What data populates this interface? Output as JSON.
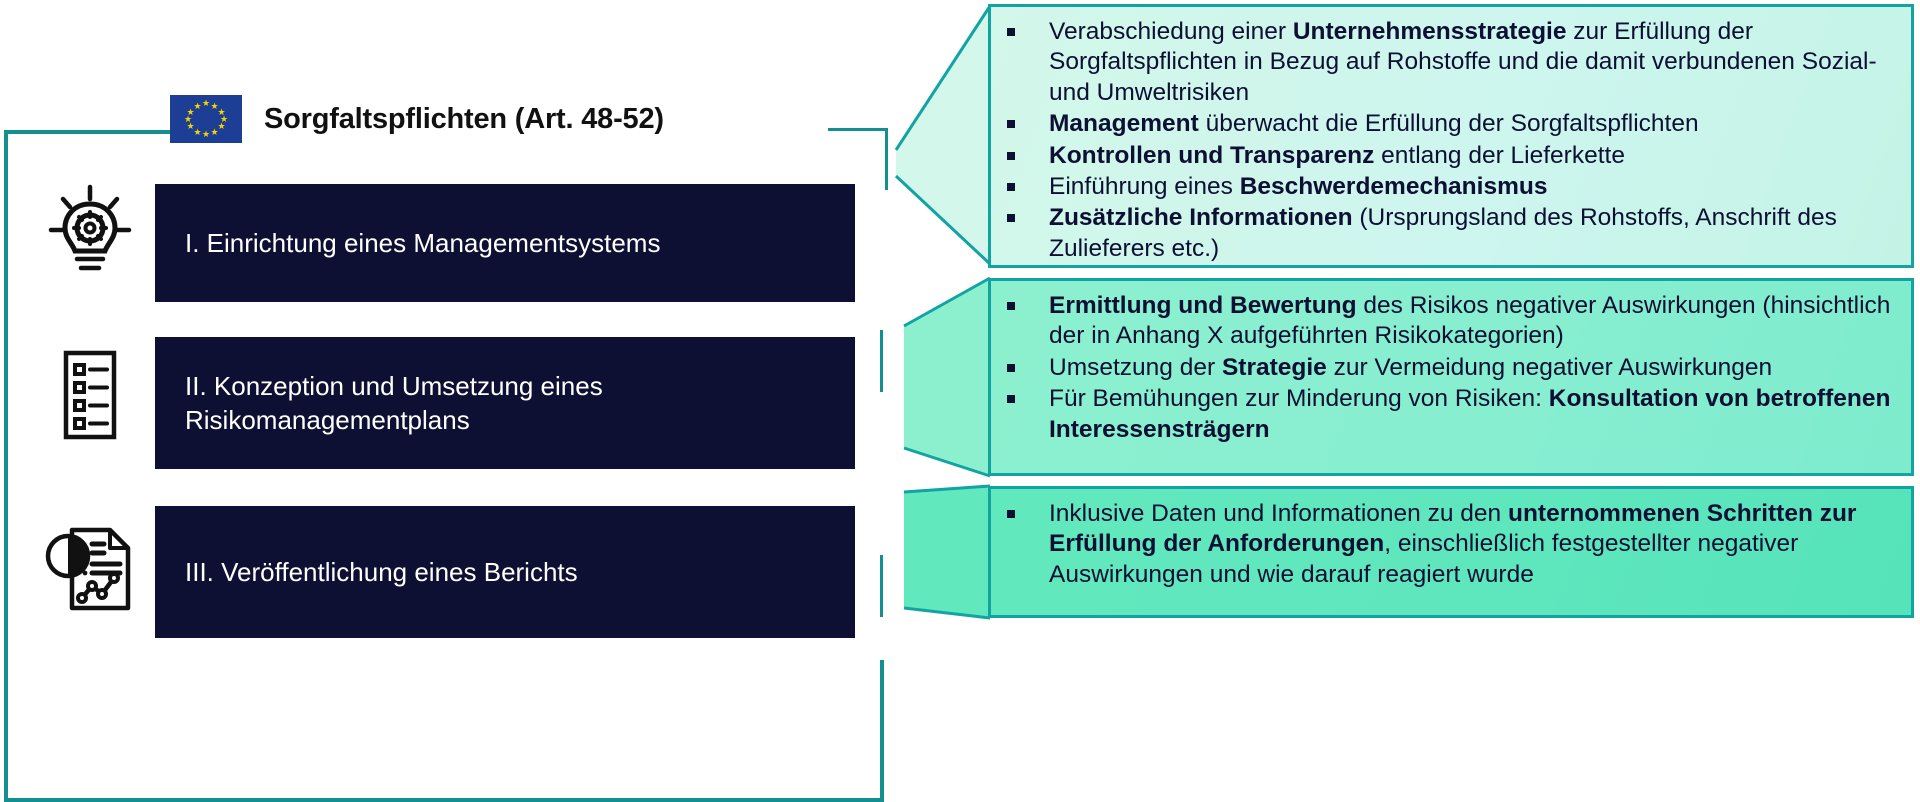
{
  "title": {
    "flag_label": "eu-flag",
    "heading": "Sorgfaltspflichten (Art. 48-52)"
  },
  "colors": {
    "dark_box": "#0d1033",
    "teal_line": "#12a3a3",
    "callout_1_bg": "#d0f6ea",
    "callout_2_bg": "#87eed0",
    "callout_3_bg": "#5de6bb",
    "flag_blue": "#1c3e94",
    "flag_star": "#f5d300",
    "text_dark": "#0d1033",
    "text_light": "#ffffff"
  },
  "steps": [
    {
      "id": "step-1",
      "icon": "lightbulb-gear-icon",
      "label": "I. Einrichtung eines Managementsystems",
      "bullets": [
        [
          {
            "t": "Verabschiedung einer ",
            "b": false
          },
          {
            "t": "Unternehmensstrategie",
            "b": true
          },
          {
            "t": " zur Erfüllung der  Sorgfaltspflichten in Bezug auf Rohstoffe und die damit verbundenen Sozial- und Umweltrisiken",
            "b": false
          }
        ],
        [
          {
            "t": "Management",
            "b": true
          },
          {
            "t": " überwacht die Erfüllung der Sorgfaltspflichten",
            "b": false
          }
        ],
        [
          {
            "t": "Kontrollen und Transparenz",
            "b": true
          },
          {
            "t": " entlang der Lieferkette",
            "b": false
          }
        ],
        [
          {
            "t": "Einführung eines ",
            "b": false
          },
          {
            "t": "Beschwerdemechanismus",
            "b": true
          }
        ],
        [
          {
            "t": "Zusätzliche Informationen",
            "b": true
          },
          {
            "t": " (Ursprungsland des Rohstoffs, Anschrift des Zulieferers etc.)",
            "b": false
          }
        ]
      ]
    },
    {
      "id": "step-2",
      "icon": "checklist-icon",
      "label": "II. Konzeption und Umsetzung eines Risikomanagementplans",
      "bullets": [
        [
          {
            "t": "Ermittlung und Bewertung",
            "b": true
          },
          {
            "t": " des Risikos negativer Auswirkungen (hinsichtlich der in Anhang X aufgeführten Risikokategorien)",
            "b": false
          }
        ],
        [
          {
            "t": "Umsetzung der ",
            "b": false
          },
          {
            "t": "Strategie",
            "b": true
          },
          {
            "t": " zur Vermeidung negativer Auswirkungen",
            "b": false
          }
        ],
        [
          {
            "t": "Für Bemühungen zur Minderung von Risiken: ",
            "b": false
          },
          {
            "t": "Konsultation von betroffenen Interessensträgern",
            "b": true
          }
        ]
      ]
    },
    {
      "id": "step-3",
      "icon": "report-chart-document-icon",
      "label": "III. Veröffentlichung eines Berichts",
      "bullets": [
        [
          {
            "t": "Inklusive Daten und Informationen zu den ",
            "b": false
          },
          {
            "t": "unternommenen Schritten zur Erfüllung der Anforderungen",
            "b": true
          },
          {
            "t": ", einschließlich festgestellter negativer Auswirkungen  und wie darauf reagiert wurde",
            "b": false
          }
        ]
      ]
    }
  ]
}
